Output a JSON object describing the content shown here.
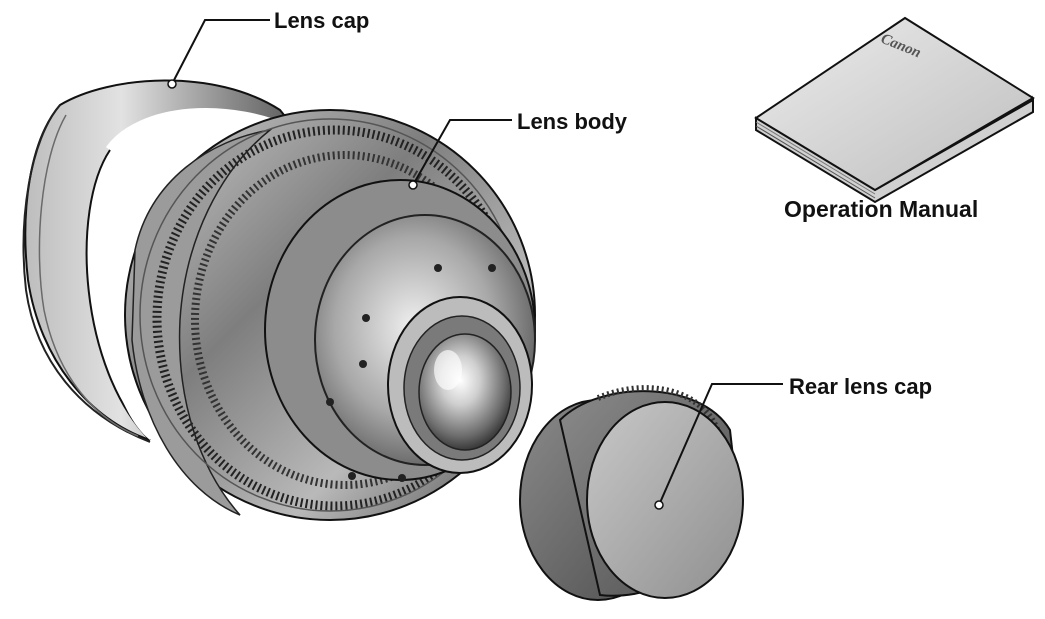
{
  "labels": {
    "lens_cap": "Lens cap",
    "lens_body": "Lens body",
    "manual": "Operation Manual",
    "rear_lens_cap": "Rear lens cap"
  },
  "manual_brand": "Canon",
  "colors": {
    "line": "#111111",
    "metal_light": "#d8d8d8",
    "metal_mid": "#9a9a9a",
    "metal_dark": "#4a4a4a"
  }
}
